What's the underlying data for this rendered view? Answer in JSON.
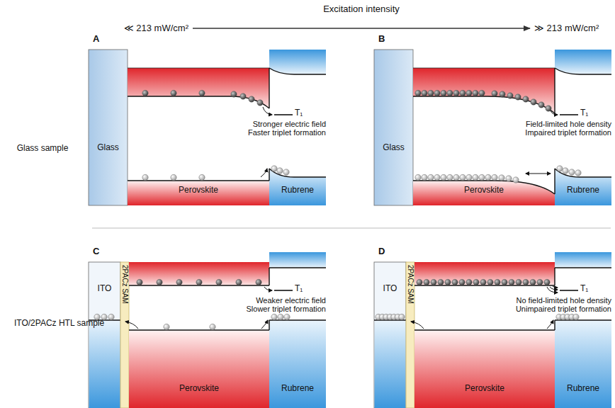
{
  "diagram": {
    "nodes": [
      {
        "text": [
          "Glass"
        ]
      },
      {
        "text": [
          "Perovskite"
        ]
      },
      {
        "text": [
          "Rubrene"
        ]
      },
      {
        "text": [
          "Glass"
        ]
      },
      {
        "text": [
          "Perovskite"
        ]
      },
      {
        "text": [
          "Rubrene"
        ]
      },
      {
        "text": [
          "ITO"
        ]
      },
      {
        "text": [
          "2PACz SAM"
        ]
      },
      {
        "text": [
          "Perovskite"
        ]
      },
      {
        "text": [
          "Rubrene"
        ]
      },
      {
        "text": [
          "ITO"
        ]
      },
      {
        "text": [
          "2PACz SAM"
        ]
      },
      {
        "text": [
          "Perovskite"
        ]
      },
      {
        "text": [
          "Rubrene"
        ]
      }
    ],
    "labels": [
      "Excitation intensity",
      "≪ 213 mW/cm²",
      "≫ 213 mW/cm²",
      "A",
      "B",
      "Glass sample",
      "T₁",
      "Stronger electric field Faster triplet formation",
      "T₁",
      "Field-limited hole density Impaired triplet formation",
      "C",
      "D",
      "ITO/2PACz HTL sample",
      "T₁",
      "Weaker electric field Slower triplet formation",
      "T₁",
      "No field-limited hole density Unimpaired triplet formation"
    ]
  }
}
